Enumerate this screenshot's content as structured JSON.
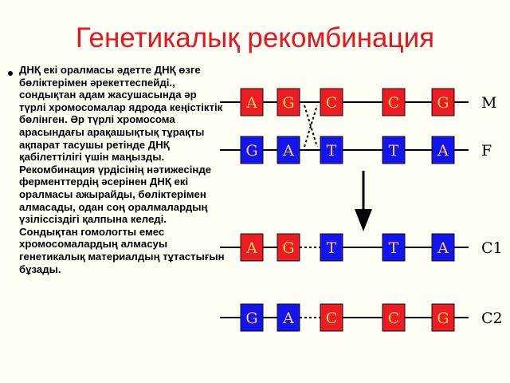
{
  "slide": {
    "title": "Генетикалық рекомбинация",
    "body_text": "ДНҚ екі оралмасы әдетте ДНҚ өзге бөліктерімен әрекеттеспейді., сондықтан адам жасушасында әр түрлі хромосомалар ядрода кеңістіктік бөлінген. Әр түрлі хромосома арасындағы арақашықтық тұрақты ақпарат тасушы ретінде ДНҚ қабілеттілігі үшін маңызды. Рекомбинация үрдісінің нәтижесінде ферменттердің әсерінен ДНҚ екі оралмасы ажырайды, бөліктерімен алмасады, одан соң оралмалардың үзіліссіздігі қалпына келеді. Сондықтан гомологты емес хромосомалардың алмасуы генетикалық материалдың тұтастығын бұзады."
  },
  "diagram": {
    "colors": {
      "red": "#ec1c24",
      "blue": "#1414ee",
      "letter": "#ffd25a",
      "line": "#000000"
    },
    "rows": [
      {
        "label": "M",
        "boxes": [
          {
            "letter": "A",
            "color": "red"
          },
          {
            "letter": "G",
            "color": "red"
          },
          {
            "letter": "C",
            "color": "red"
          },
          {
            "letter": "C",
            "color": "red"
          },
          {
            "letter": "G",
            "color": "red"
          }
        ],
        "dotted_link": false
      },
      {
        "label": "F",
        "boxes": [
          {
            "letter": "G",
            "color": "blue"
          },
          {
            "letter": "A",
            "color": "blue"
          },
          {
            "letter": "T",
            "color": "blue"
          },
          {
            "letter": "T",
            "color": "blue"
          },
          {
            "letter": "A",
            "color": "blue"
          }
        ],
        "dotted_link": false
      },
      {
        "label": "C1",
        "boxes": [
          {
            "letter": "A",
            "color": "red"
          },
          {
            "letter": "G",
            "color": "red"
          },
          {
            "letter": "T",
            "color": "blue"
          },
          {
            "letter": "T",
            "color": "blue"
          },
          {
            "letter": "A",
            "color": "blue"
          }
        ],
        "dotted_link": true
      },
      {
        "label": "C2",
        "boxes": [
          {
            "letter": "G",
            "color": "blue"
          },
          {
            "letter": "A",
            "color": "blue"
          },
          {
            "letter": "C",
            "color": "red"
          },
          {
            "letter": "C",
            "color": "red"
          },
          {
            "letter": "G",
            "color": "red"
          }
        ],
        "dotted_link": true
      }
    ],
    "crossover_between_rows": [
      0,
      1
    ],
    "arrow": "down"
  }
}
